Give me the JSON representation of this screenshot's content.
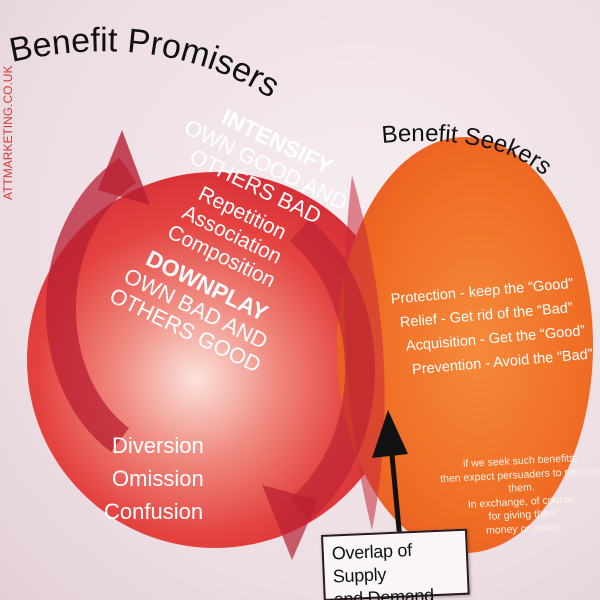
{
  "titles": {
    "promisers": "Benefit Promisers",
    "seekers": "Benefit Seekers"
  },
  "watermark": "ATTMARKETING.CO.UK",
  "promisers": {
    "intensify_heading": "INTENSIFY",
    "intensify_lines": [
      "OWN GOOD AND",
      "OTHERS BAD"
    ],
    "intensify_tactics": [
      "Repetition",
      "Association",
      "Composition"
    ],
    "downplay_heading": "DOWNPLAY",
    "downplay_lines": [
      "OWN BAD AND",
      "OTHERS GOOD"
    ],
    "downplay_tactics": [
      "Diversion",
      "Omission",
      "Confusion"
    ]
  },
  "seekers": {
    "benefits": [
      "Protection - keep the “Good”",
      "Relief - Get rid of the “Bad”",
      "Acquisition - Get the “Good”",
      "Prevention - Avoid the “Bad”"
    ],
    "note_lines": [
      "if we seek such benefits,",
      "then expect persuaders to promise them.",
      "In exchange, of course,",
      "for giving them",
      "money or power"
    ]
  },
  "callout": {
    "lines": [
      "Overlap of Supply",
      "and Demand"
    ]
  },
  "colors": {
    "promisers_circle": "#e23a3a",
    "seekers_circle": "#f06a20",
    "text_on_circle": "#ffffff",
    "arrow": "#b81f32"
  }
}
